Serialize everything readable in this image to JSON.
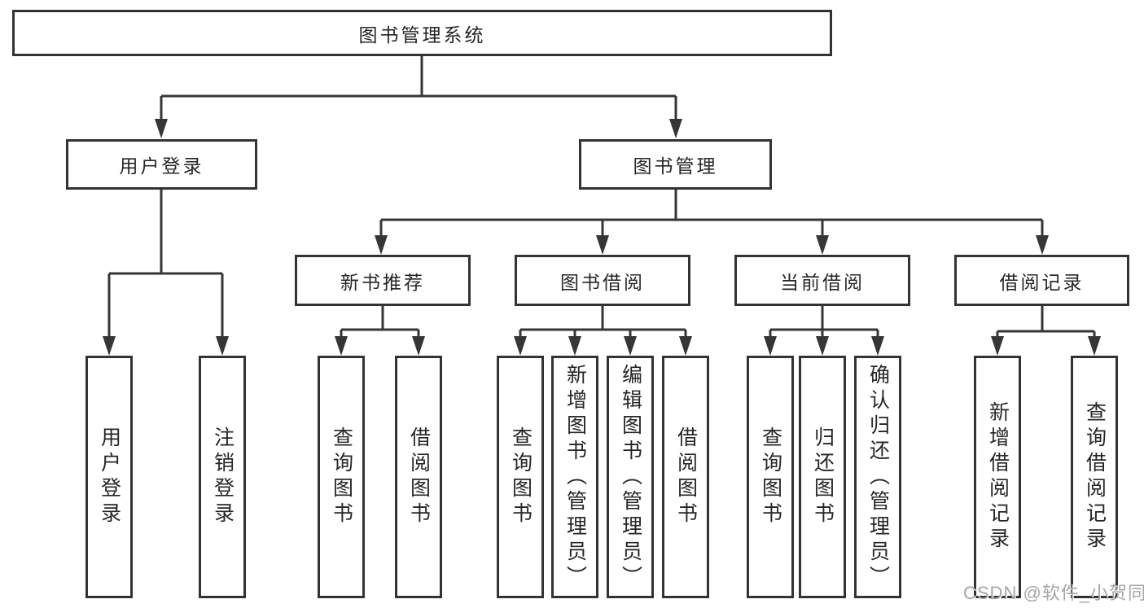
{
  "diagram": {
    "root": "图书管理系统",
    "branches": {
      "user_login": "用户登录",
      "book_management": "图书管理"
    },
    "modules": {
      "new_book_recommend": "新书推荐",
      "book_borrow": "图书借阅",
      "current_borrow": "当前借阅",
      "borrow_records": "借阅记录"
    },
    "leaves": {
      "login_user_login": "用户登录",
      "login_logout": "注销登录",
      "rec_query_books": "查询图书",
      "rec_borrow_books": "借阅图书",
      "borrow_query_books": "查询图书",
      "borrow_add_books": "新增图书（管理员）",
      "borrow_edit_books": "编辑图书（管理员）",
      "borrow_borrow_books": "借阅图书",
      "cur_query_books": "查询图书",
      "cur_return_books": "归还图书",
      "cur_confirm_return": "确认归还（管理员）",
      "records_add_record": "新增借阅记录",
      "records_query_record": "查询借阅记录"
    }
  },
  "watermark": "CSDN @软件_小贺同学",
  "colors": {
    "line": "#363636",
    "box_border": "#333333",
    "text": "#262626",
    "background": "#ffffff",
    "watermark": "#a6a6a6"
  }
}
